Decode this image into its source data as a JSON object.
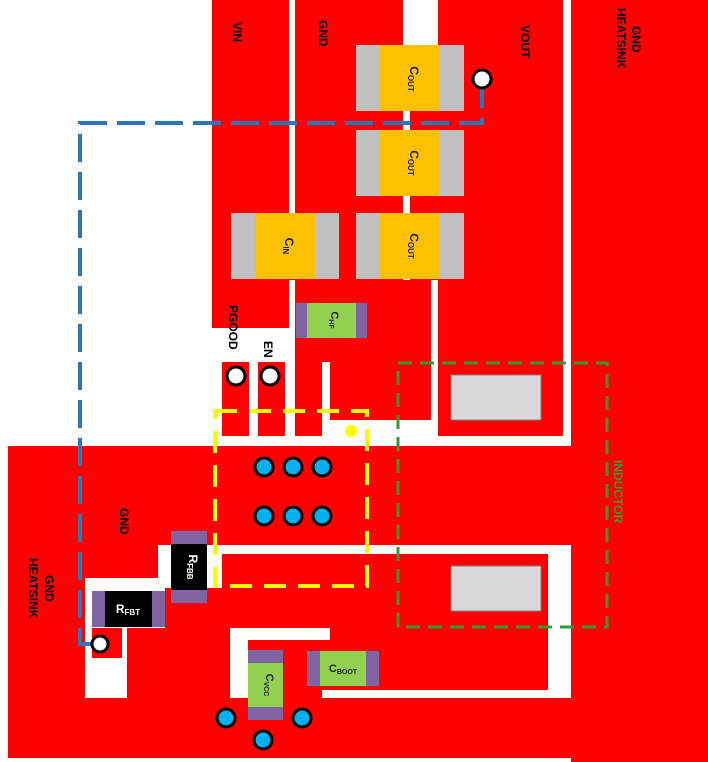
{
  "labels": {
    "vin": "VIN",
    "gnd_top": "GND",
    "vout": "VOUT",
    "gnd_heatsink_top_1": "GND",
    "gnd_heatsink_top_2": "HEATSINK",
    "pgood": "PGOOD",
    "en": "EN",
    "gnd_mid": "GND",
    "gnd_heatsink_left_1": "GND",
    "gnd_heatsink_left_2": "HEATSINK",
    "inductor": "INDUCTOR"
  },
  "components": {
    "cout_main": "C",
    "cout_sub": "OUT",
    "cin_main": "C",
    "cin_sub": "IN",
    "chf_main": "C",
    "chf_sub": "HF",
    "rfbb_main": "R",
    "rfbb_sub": "FBB",
    "rfbt_main": "R",
    "rfbt_sub": "FBT",
    "cboot_main": "C",
    "cboot_sub": "BOOT",
    "cvcc_main": "C",
    "cvcc_sub": "VCC"
  },
  "colors": {
    "copper": "#ff0000",
    "cap_output": "#ffc000",
    "cap_small": "#92d050",
    "cap_end": "#c0c0c0",
    "resistor_body": "#000000",
    "resistor_end": "#8064a2",
    "via": "#00b0f0",
    "ic_outline": "#ffff00",
    "inductor_outline": "#339933",
    "feedback_trace": "#2e75b6",
    "pad": "#d9d9d9",
    "board": "#ffffff"
  }
}
